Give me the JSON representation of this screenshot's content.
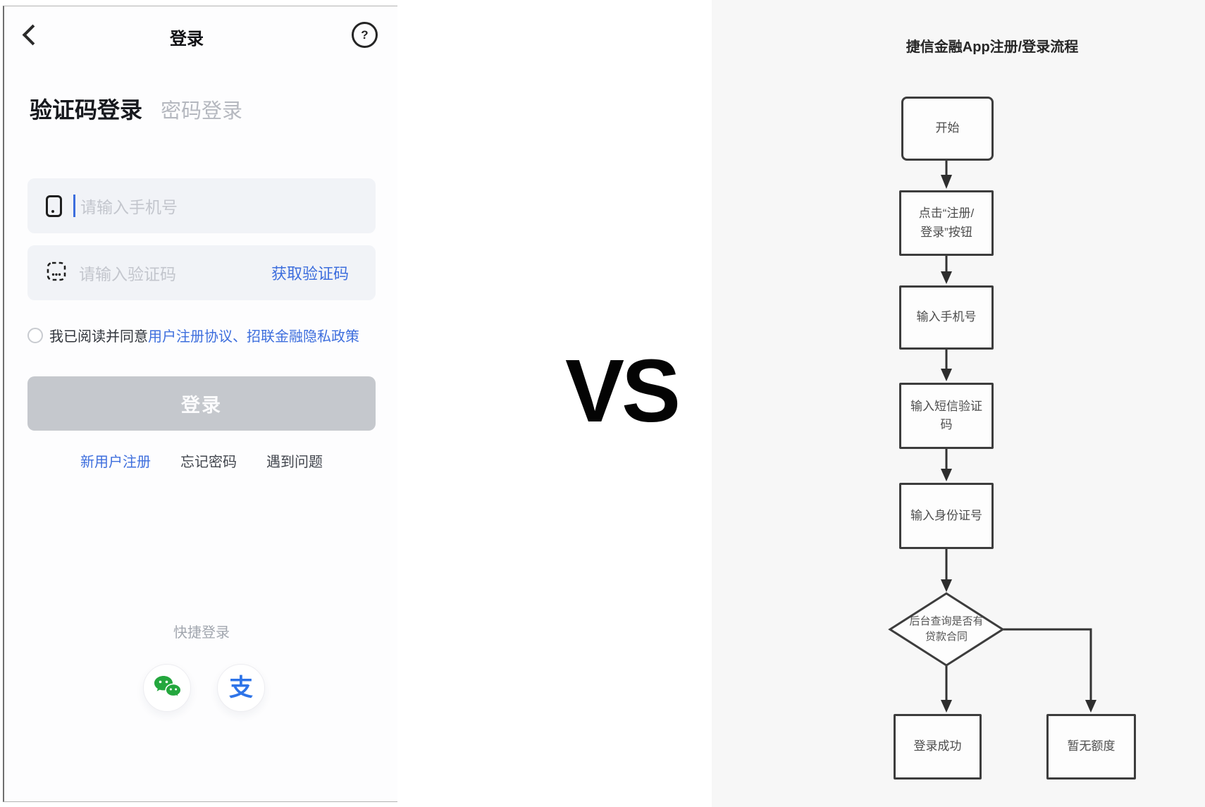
{
  "colors": {
    "accent_blue": "#3D6EDD",
    "wechat_green": "#24A73E",
    "alipay_blue": "#2E74E8",
    "flow_panel_gray": "#F7F7F7",
    "disabled_button_gray": "#C5C8CD"
  },
  "login_screen": {
    "header": {
      "back_icon": "chevron-left",
      "title": "登录",
      "help_glyph": "?"
    },
    "tabs": [
      {
        "label": "验证码登录",
        "active": true
      },
      {
        "label": "密码登录",
        "active": false
      }
    ],
    "phone_field": {
      "icon": "mobile-icon",
      "placeholder": "请输入手机号"
    },
    "code_field": {
      "icon": "sms-code-icon",
      "placeholder": "请输入验证码",
      "action_label": "获取验证码"
    },
    "agreement": {
      "checkbox_state": "unchecked",
      "prefix": "我已阅读并同意",
      "link1": "用户注册协议",
      "separator": "、",
      "link2": "招联金融隐私政策"
    },
    "login_button_label": "登录",
    "footer_links": [
      "新用户注册",
      "忘记密码",
      "遇到问题"
    ],
    "quick_login": {
      "label": "快捷登录",
      "providers": [
        "wechat",
        "alipay"
      ],
      "alipay_glyph": "支"
    }
  },
  "vs_label": "VS",
  "flowchart": {
    "title": "捷信金融App注册/登录流程",
    "nodes": {
      "start": {
        "lines": [
          "开始"
        ]
      },
      "tap_register": {
        "lines": [
          "点击“注册/",
          "登录”按钮"
        ]
      },
      "enter_phone": {
        "lines": [
          "输入手机号"
        ]
      },
      "enter_sms": {
        "lines": [
          "输入短信验证",
          "码"
        ]
      },
      "enter_id": {
        "lines": [
          "输入身份证号"
        ]
      },
      "decision": {
        "lines": [
          "后台查询是否有",
          "贷款合同"
        ]
      },
      "login_success": {
        "lines": [
          "登录成功"
        ]
      },
      "no_quota": {
        "lines": [
          "暂无额度"
        ]
      }
    }
  }
}
